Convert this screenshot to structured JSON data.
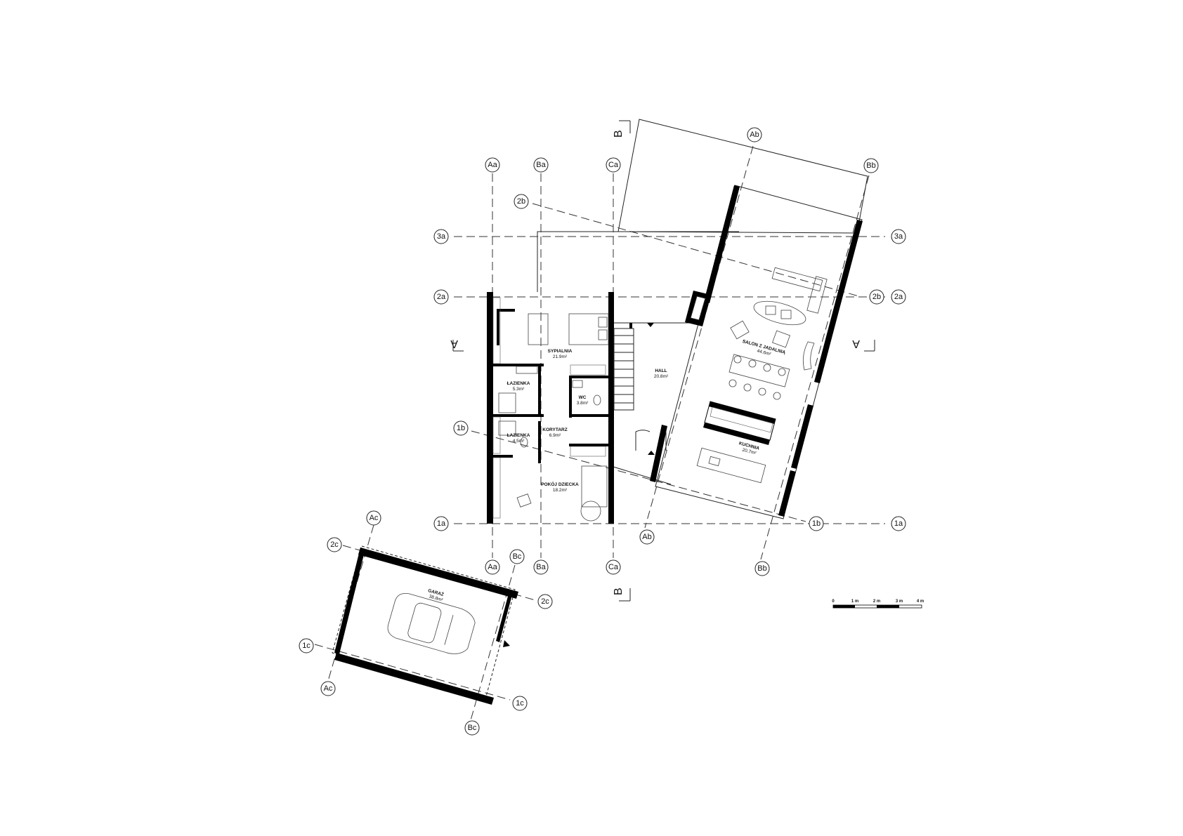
{
  "grid_labels": {
    "Aa": "Aa",
    "Ba": "Ba",
    "Ca": "Ca",
    "Ab": "Ab",
    "Bb": "Bb",
    "Ac": "Ac",
    "Bc": "Bc",
    "r1a": "1a",
    "r2a": "2a",
    "r3a": "3a",
    "r1b": "1b",
    "r2b": "2b",
    "r1c": "1c",
    "r2c": "2c"
  },
  "section_marks": {
    "a": "A",
    "b": "B"
  },
  "rooms": [
    {
      "name": "SYPIALNIA",
      "area": "21.9m²"
    },
    {
      "name": "ŁAZIENKA",
      "area": "5.3m²"
    },
    {
      "name": "WC",
      "area": "3.8m²"
    },
    {
      "name": "KORYTARZ",
      "area": "6.9m²"
    },
    {
      "name": "ŁAZIENKA",
      "area": "4.5m²"
    },
    {
      "name": "POKÓJ DZIECKA",
      "area": "18.2m²"
    },
    {
      "name": "HALL",
      "area": "20.8m²"
    },
    {
      "name": "SALON Z JADALNIĄ",
      "area": "44.6m²"
    },
    {
      "name": "KUCHNIA",
      "area": "20.7m²"
    },
    {
      "name": "GARAŻ",
      "area": "38.8m²"
    }
  ],
  "scale_bar": {
    "ticks": [
      "0",
      "1 m",
      "2 m",
      "3 m",
      "4 m"
    ]
  }
}
